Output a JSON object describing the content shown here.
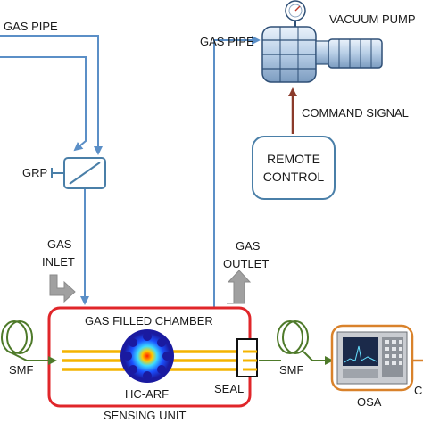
{
  "labels": {
    "gas_pipe_top": "GAS PIPE",
    "gas_pipe_mid": "GAS PIPE",
    "vacuum_pump": "VACUUM PUMP",
    "command_signal": "COMMAND SIGNAL",
    "remote_control_line1": "REMOTE",
    "remote_control_line2": "CONTROL",
    "grp": "GRP",
    "gas_inlet_line1": "GAS",
    "gas_inlet_line2": "INLET",
    "gas_outlet_line1": "GAS",
    "gas_outlet_line2": "OUTLET",
    "gas_filled_chamber": "GAS FILLED CHAMBER",
    "hc_arf": "HC-ARF",
    "seal": "SEAL",
    "smf_left": "SMF",
    "smf_right": "SMF",
    "osa": "OSA",
    "sensing_unit": "SENSING UNIT",
    "right_edge_cut": "C"
  },
  "colors": {
    "pipe_blue": "#5b8fc7",
    "signal_brown": "#8b3a2a",
    "chamber_red": "#e0262a",
    "fiber_yellow": "#f4b400",
    "fiber_green": "#4e7a2a",
    "osa_orange": "#d9822b",
    "box_border": "#4a7fa8",
    "arrow_gray": "#a0a0a0"
  },
  "icons": {
    "pump": "vacuum-pump-icon",
    "grp": "pressure-regulator-icon",
    "fiber_profile": "hollow-core-fiber-mode-icon",
    "osa": "spectrum-analyzer-icon"
  }
}
